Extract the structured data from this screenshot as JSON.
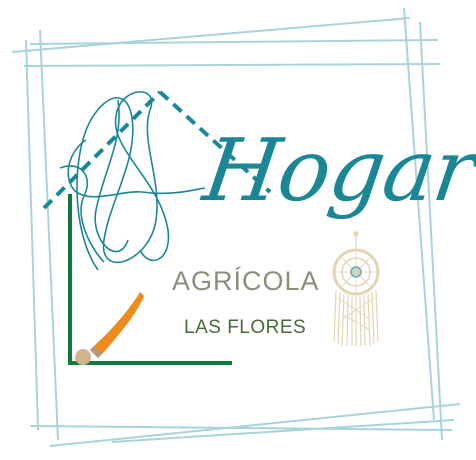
{
  "logo": {
    "line1": "Hogar",
    "line2": "AGRÍCOLA",
    "line3": "LAS FLORES"
  },
  "colors": {
    "frame": "#a9d3dc",
    "teal": "#1b8796",
    "green": "#0f7a3b",
    "olive": "#8b8f79",
    "dark_green": "#476b34",
    "brush_orange": "#f08a1c",
    "dreamcatcher": "#e3d4b4"
  }
}
